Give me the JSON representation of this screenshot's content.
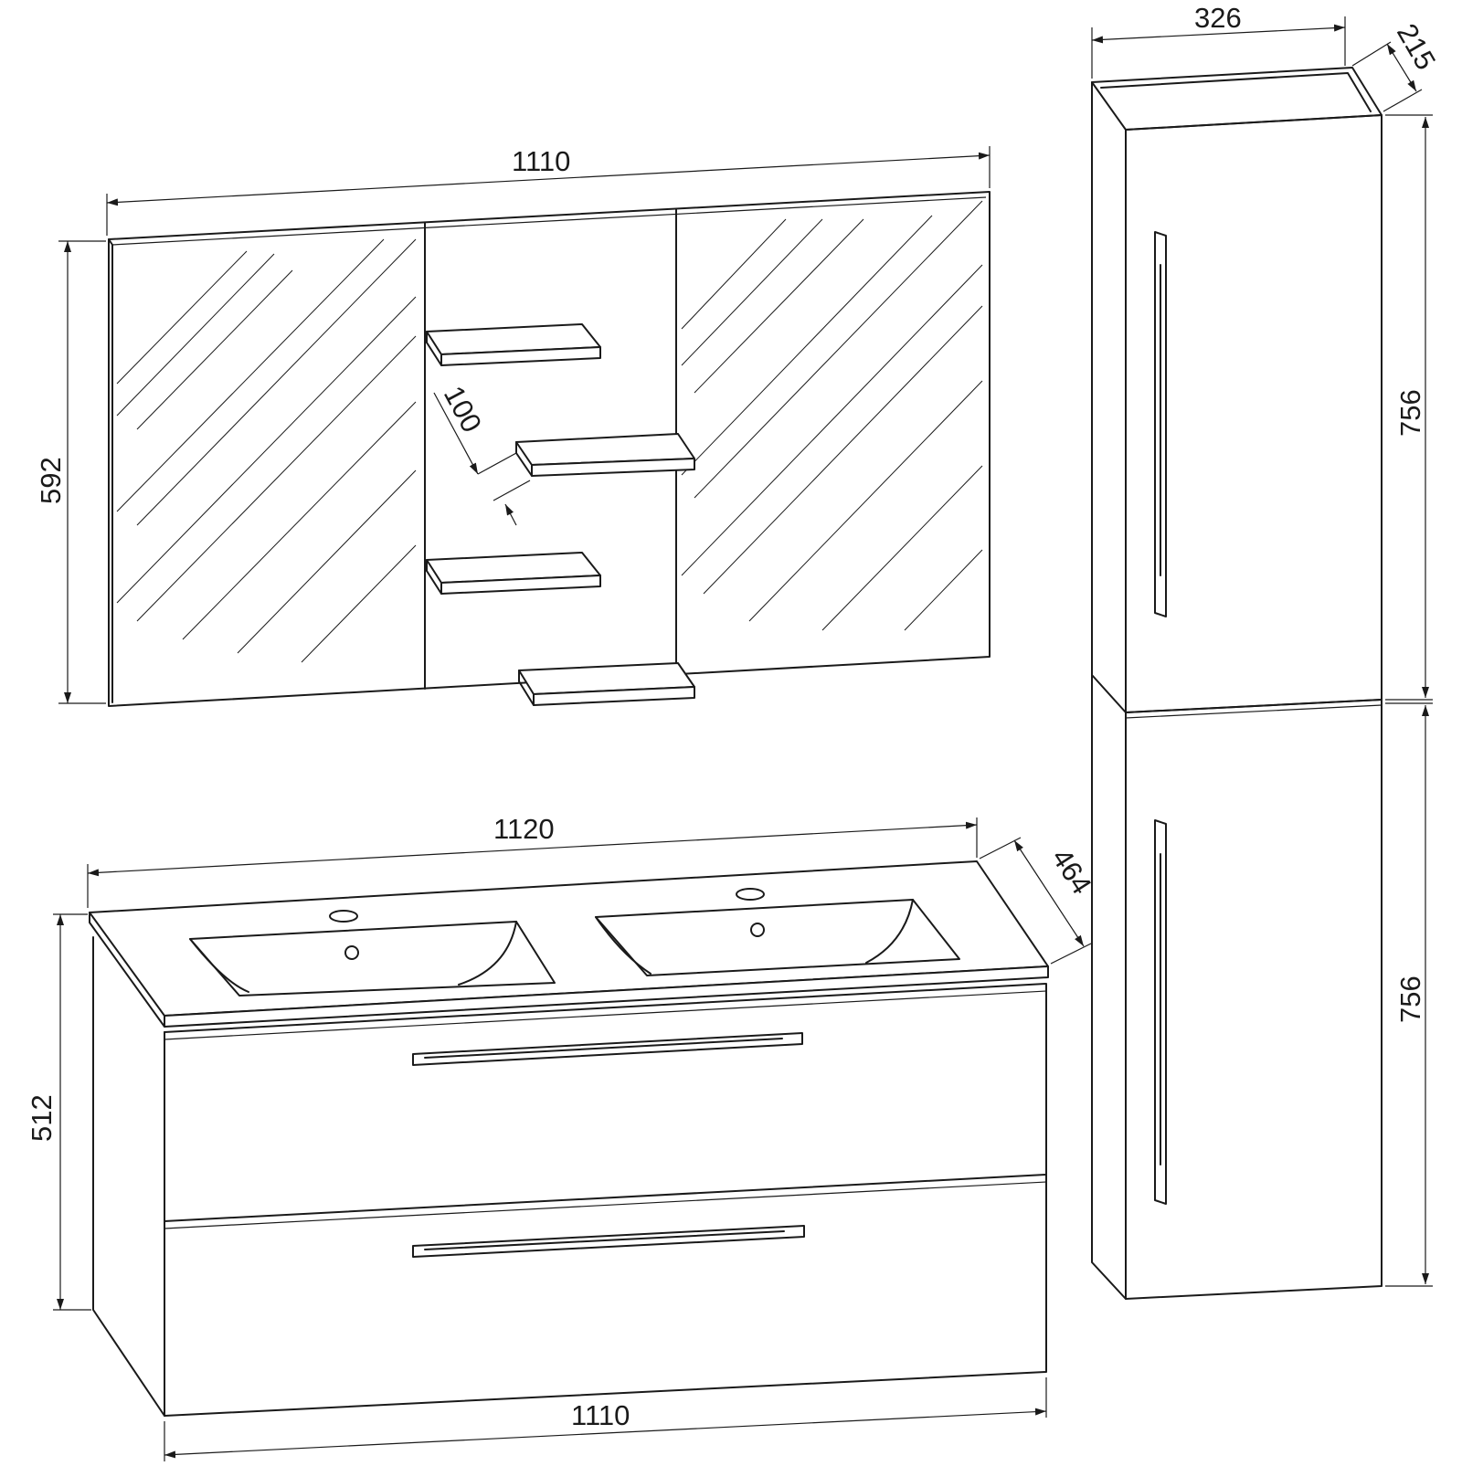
{
  "dimensions": {
    "mirror_width": "1110",
    "mirror_height": "592",
    "shelf_spacing": "100",
    "vanity_top_width": "1120",
    "vanity_depth": "464",
    "vanity_height": "512",
    "vanity_bottom_width": "1110",
    "column_width": "326",
    "column_depth": "215",
    "column_upper_height": "756",
    "column_lower_height": "756"
  },
  "colors": {
    "line": "#1a1a1a",
    "background": "#ffffff"
  }
}
